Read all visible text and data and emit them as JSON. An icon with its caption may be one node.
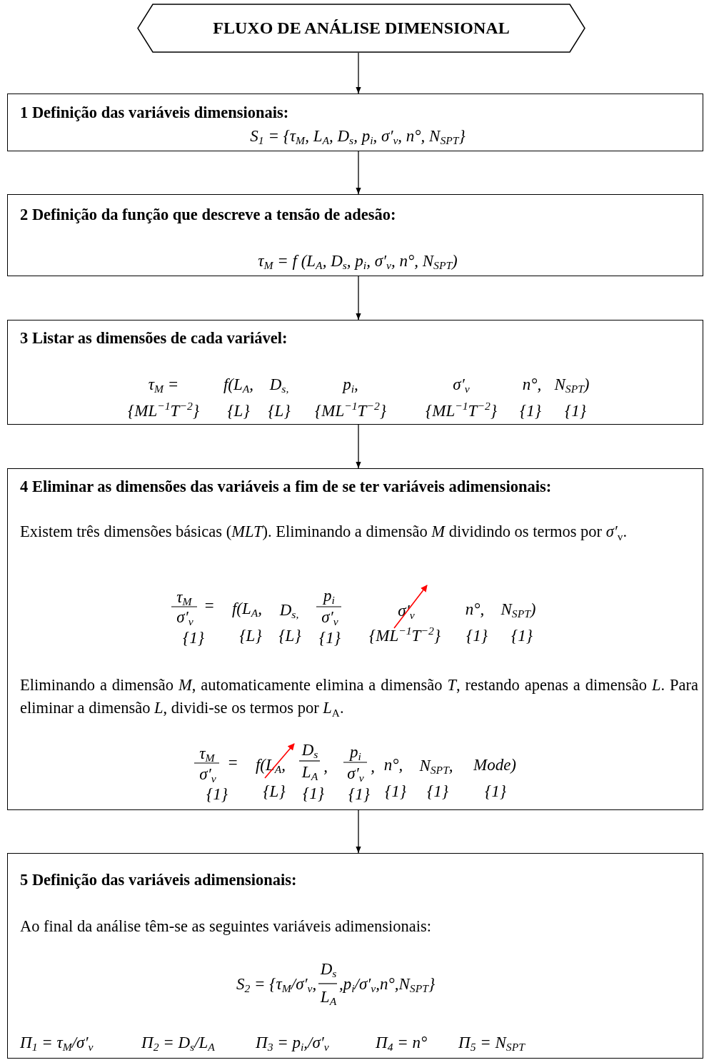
{
  "diagram": {
    "nodes": [
      {
        "text": [
          "FLUXO DE ANÁLISE DIMENSIONAL"
        ]
      },
      {
        "text": [
          "1 Definição das variáveis dimensionais:",
          "S$_{1}$ = {τ$_{M}$, L$_{A}$, D$_{s}$, p$_{i}$, σ′$_{v}$, n°, N$_{SPT}$}"
        ]
      },
      {
        "text": [
          "2 Definição da função que descreve a tensão de adesão:",
          "τ$_{M}$ = f (L$_{A}$, D$_{s}$, p$_{i}$, σ′$_{v}$, n°, N$_{SPT}$)"
        ]
      },
      {
        "text": [
          "3 Listar as dimensões de cada variável:",
          "τ$_{M}$ =",
          "f(L$_{A}$,",
          "D$_{s,}$",
          "p$_{i}$,",
          "σ′$_{v}$",
          "n°,",
          "N$_{SPT}$)",
          "{ML$^{−1}$T$^{−2}$}",
          "{L}",
          "{L}",
          "{ML$^{−1}$T$^{−2}$}",
          "{ML$^{−1}$T$^{−2}$}",
          "{1}",
          "{1}"
        ]
      },
      {
        "text": [
          "4 Eliminar as dimensões das variáveis a fim de se ter variáveis adimensionais:",
          "Existem três dimensões básicas (*MLT*). Eliminando a dimensão *M* dividindo os termos por *σ′*$_{v}$.",
          "τ$_{M}$",
          "σ′$_{v}$",
          "=",
          "f(L$_{A}$,",
          "D$_{s,}$",
          "p$_{i}$",
          "σ′$_{v}$",
          "σ′$_{v}$",
          "n°,",
          "N$_{SPT}$)",
          "{1}",
          "{L}",
          "{L}",
          "{1}",
          "{ML$^{−1}$T$^{−2}$}",
          "{1}",
          "{1}",
          "Eliminando a dimensão *M*, automaticamente elimina a dimensão *T*, restando apenas a dimensão *L*. Para eliminar a dimensão *L*, dividi-se os termos por *L*$_{A}$.",
          "τ$_{M}$",
          "σ′$_{v}$",
          "=",
          "f(L$_{A}$,",
          "D$_{s}$",
          "L$_{A}$",
          ",",
          "p$_{i}$",
          "σ′$_{v}$",
          ",",
          "n°,",
          "N$_{SPT}$,",
          "Mode)",
          "{1}",
          "{L}",
          "{1}",
          "{1}",
          "{1}",
          "{1}",
          "{1}"
        ]
      },
      {
        "text": [
          "5 Definição das variáveis adimensionais:",
          "Ao final da análise têm-se as seguintes variáveis adimensionais:",
          "S$_{2}$ = {τ$_{M}$/σ′$_{v}$,",
          "D$_{s}$",
          "L$_{A}$",
          ",p$_{i}$/σ′$_{v}$,n°,N$_{SPT}$}",
          "Π$_{1}$ = τ$_{M}$/σ′$_{v}$",
          "Π$_{2}$ = D$_{s}$/L$_{A}$",
          "Π$_{3}$ = p$_{i}$,/σ′$_{v}$",
          "Π$_{4}$ = n°",
          "Π$_{5}$ = N$_{SPT}$"
        ]
      }
    ],
    "edges": [
      {
        "from": 0,
        "to": 1,
        "arrow": "to"
      },
      {
        "from": 1,
        "to": 2,
        "arrow": "to"
      },
      {
        "from": 2,
        "to": 3,
        "arrow": "to"
      },
      {
        "from": 3,
        "to": 4,
        "arrow": "to"
      },
      {
        "from": 4,
        "to": 5,
        "arrow": "to"
      }
    ]
  }
}
